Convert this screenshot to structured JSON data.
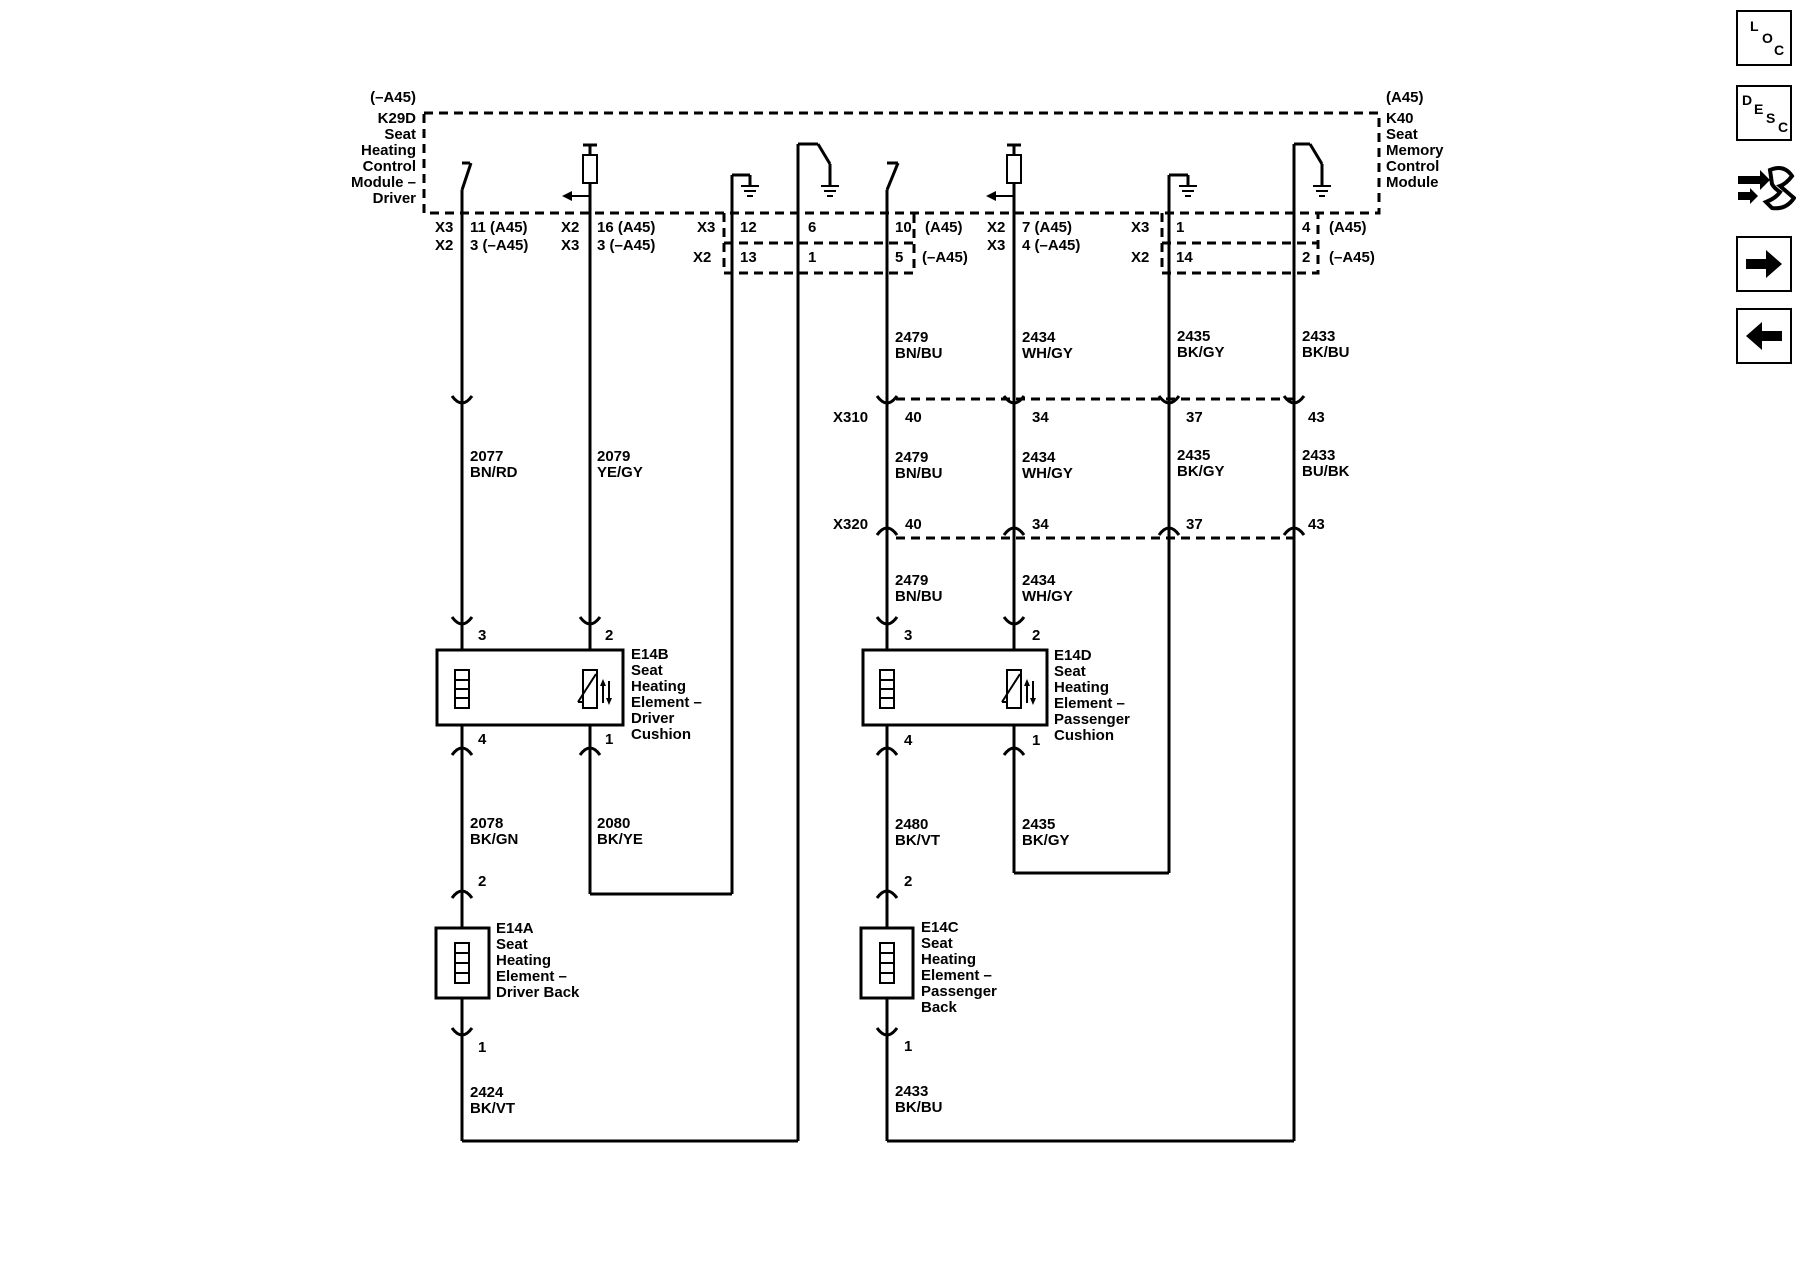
{
  "modules": {
    "k29d": {
      "variant": "(–A45)",
      "lines": [
        "K29D",
        "Seat",
        "Heating",
        "Control",
        "Module –",
        "Driver"
      ]
    },
    "k40": {
      "variant": "(A45)",
      "lines": [
        "K40",
        "Seat",
        "Memory",
        "Control",
        "Module"
      ]
    }
  },
  "pins": {
    "c1": {
      "conn1": "X3",
      "conn2": "X2",
      "pin1": "11 (A45)",
      "pin2": "3 (–A45)"
    },
    "c2": {
      "conn1": "X2",
      "conn2": "X3",
      "pin1": "16 (A45)",
      "pin2": "3 (–A45)"
    },
    "c3": {
      "conn1": "X3",
      "conn2": "X2",
      "pin1": "12",
      "pin2": "13"
    },
    "c4": {
      "pin1": "6",
      "pin2": "1"
    },
    "c5": {
      "pin1": "10",
      "pin2": "5",
      "variant1": "(A45)",
      "variant2": "(–A45)"
    },
    "c6": {
      "conn1": "X2",
      "conn2": "X3",
      "pin1": "7 (A45)",
      "pin2": "4 (–A45)"
    },
    "c7": {
      "conn1": "X3",
      "conn2": "X2",
      "pin1": "1",
      "pin2": "14"
    },
    "c8": {
      "pin1": "4",
      "pin2": "2",
      "variant1": "(A45)",
      "variant2": "(–A45)"
    }
  },
  "wires": {
    "w2077": {
      "num": "2077",
      "color": "BN/RD"
    },
    "w2079": {
      "num": "2079",
      "color": "YE/GY"
    },
    "w2479a": {
      "num": "2479",
      "color": "BN/BU"
    },
    "w2434a": {
      "num": "2434",
      "color": "WH/GY"
    },
    "w2435a": {
      "num": "2435",
      "color": "BK/GY"
    },
    "w2433a": {
      "num": "2433",
      "color": "BK/BU"
    },
    "w2479b": {
      "num": "2479",
      "color": "BN/BU"
    },
    "w2434b": {
      "num": "2434",
      "color": "WH/GY"
    },
    "w2435b": {
      "num": "2435",
      "color": "BK/GY"
    },
    "w2433b": {
      "num": "2433",
      "color": "BU/BK"
    },
    "w2479c": {
      "num": "2479",
      "color": "BN/BU"
    },
    "w2434c": {
      "num": "2434",
      "color": "WH/GY"
    },
    "w2078": {
      "num": "2078",
      "color": "BK/GN"
    },
    "w2080": {
      "num": "2080",
      "color": "BK/YE"
    },
    "w2480": {
      "num": "2480",
      "color": "BK/VT"
    },
    "w2435c": {
      "num": "2435",
      "color": "BK/GY"
    },
    "w2424": {
      "num": "2424",
      "color": "BK/VT"
    },
    "w2433c": {
      "num": "2433",
      "color": "BK/BU"
    }
  },
  "inline": {
    "x310": {
      "name": "X310",
      "pins": [
        "40",
        "34",
        "37",
        "43"
      ]
    },
    "x320": {
      "name": "X320",
      "pins": [
        "40",
        "34",
        "37",
        "43"
      ]
    }
  },
  "components": {
    "e14b": {
      "pin_top_left": "3",
      "pin_top_right": "2",
      "pin_bot_left": "4",
      "pin_bot_right": "1",
      "lines": [
        "E14B",
        "Seat",
        "Heating",
        "Element –",
        "Driver",
        "Cushion"
      ]
    },
    "e14d": {
      "pin_top_left": "3",
      "pin_top_right": "2",
      "pin_bot_left": "4",
      "pin_bot_right": "1",
      "lines": [
        "E14D",
        "Seat",
        "Heating",
        "Element –",
        "Passenger",
        "Cushion"
      ]
    },
    "e14a": {
      "pin_top": "2",
      "pin_bot": "1",
      "lines": [
        "E14A",
        "Seat",
        "Heating",
        "Element –",
        "Driver Back"
      ]
    },
    "e14c": {
      "pin_top": "2",
      "pin_bot": "1",
      "lines": [
        "E14C",
        "Seat",
        "Heating",
        "Element –",
        "Passenger",
        "Back"
      ]
    }
  },
  "nav": {
    "loc": {
      "l1": "L",
      "l2": "O",
      "l3": "C"
    },
    "desc": {
      "l1": "D",
      "l2": "E",
      "l3": "S",
      "l4": "C"
    },
    "icons": [
      "connector-icon",
      "arrow-right-icon",
      "arrow-left-icon"
    ]
  }
}
